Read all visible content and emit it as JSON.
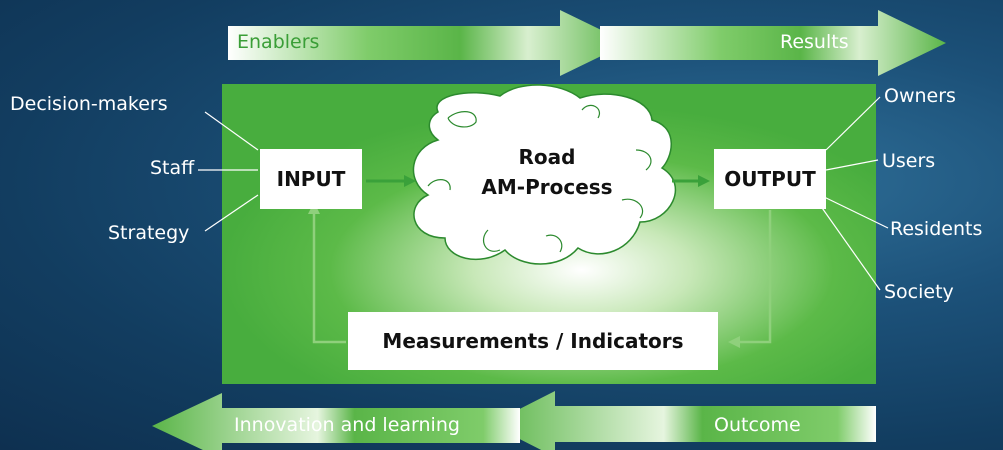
{
  "top_arrow": {
    "left_label": "Enablers",
    "right_label": "Results"
  },
  "bottom_arrow": {
    "left_label": "Innovation and learning",
    "right_label": "Outcome"
  },
  "inputs": [
    "Decision-makers",
    "Staff",
    "Strategy"
  ],
  "outputs": [
    "Owners",
    "Users",
    "Residents",
    "Society"
  ],
  "input_box": "INPUT",
  "output_box": "OUTPUT",
  "process": {
    "line1": "Road",
    "line2": "AM-Process"
  },
  "measurements": "Measurements / Indicators",
  "colors": {
    "green": "#4fb84a",
    "light_green": "#e9f6e4",
    "background": "#1a4a72",
    "text_green": "#2a8a32"
  }
}
